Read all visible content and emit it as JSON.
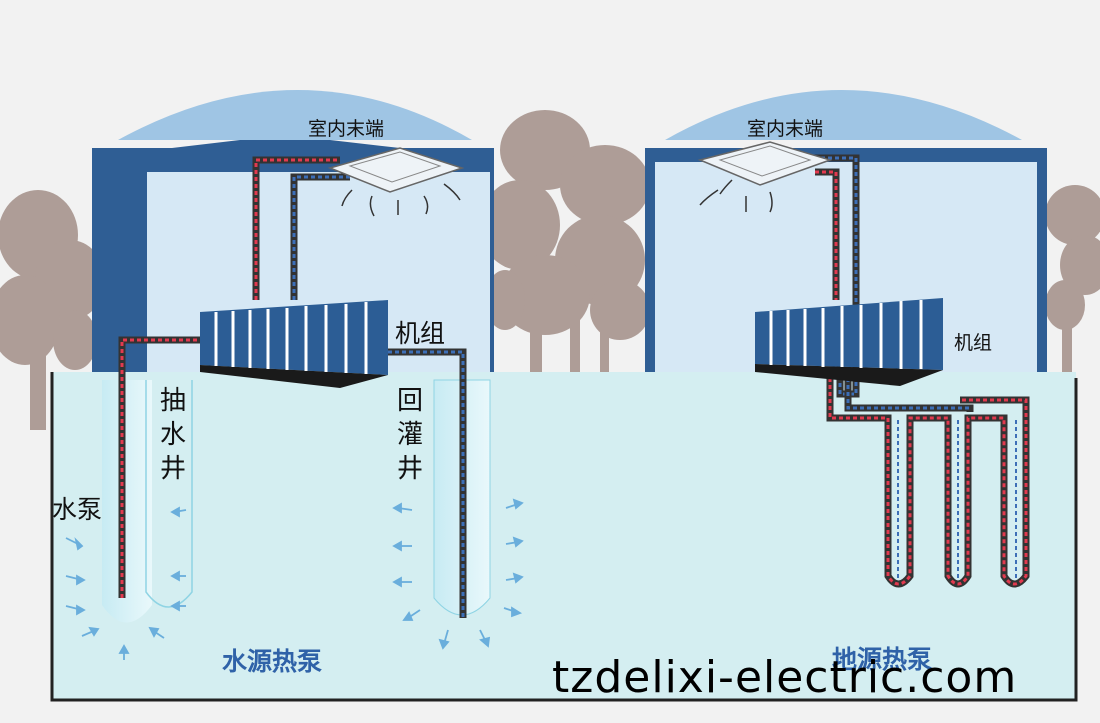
{
  "labels": {
    "indoor_terminal_left": "室内末端",
    "indoor_terminal_right": "室内末端",
    "unit_left": "机组",
    "unit_right": "机组",
    "extraction_well": "抽水井",
    "pump": "水泵",
    "recharge_well": "回灌井",
    "water_source_heat_pump": "水源热泵",
    "ground_source_heat_pump": "地源热泵"
  },
  "watermark": "tzdelixi-electric.com",
  "colors": {
    "roof": "#9fc5e4",
    "wall_frame": "#2f5e94",
    "interior": "#d6e8f5",
    "ground": "#d4eef1",
    "tree": "#ae9d97",
    "unit_blue": "#2c5d95",
    "hot_pipe": "#e23a4f",
    "cold_pipe": "#3d6fb7",
    "arrow": "#6aaedc"
  }
}
